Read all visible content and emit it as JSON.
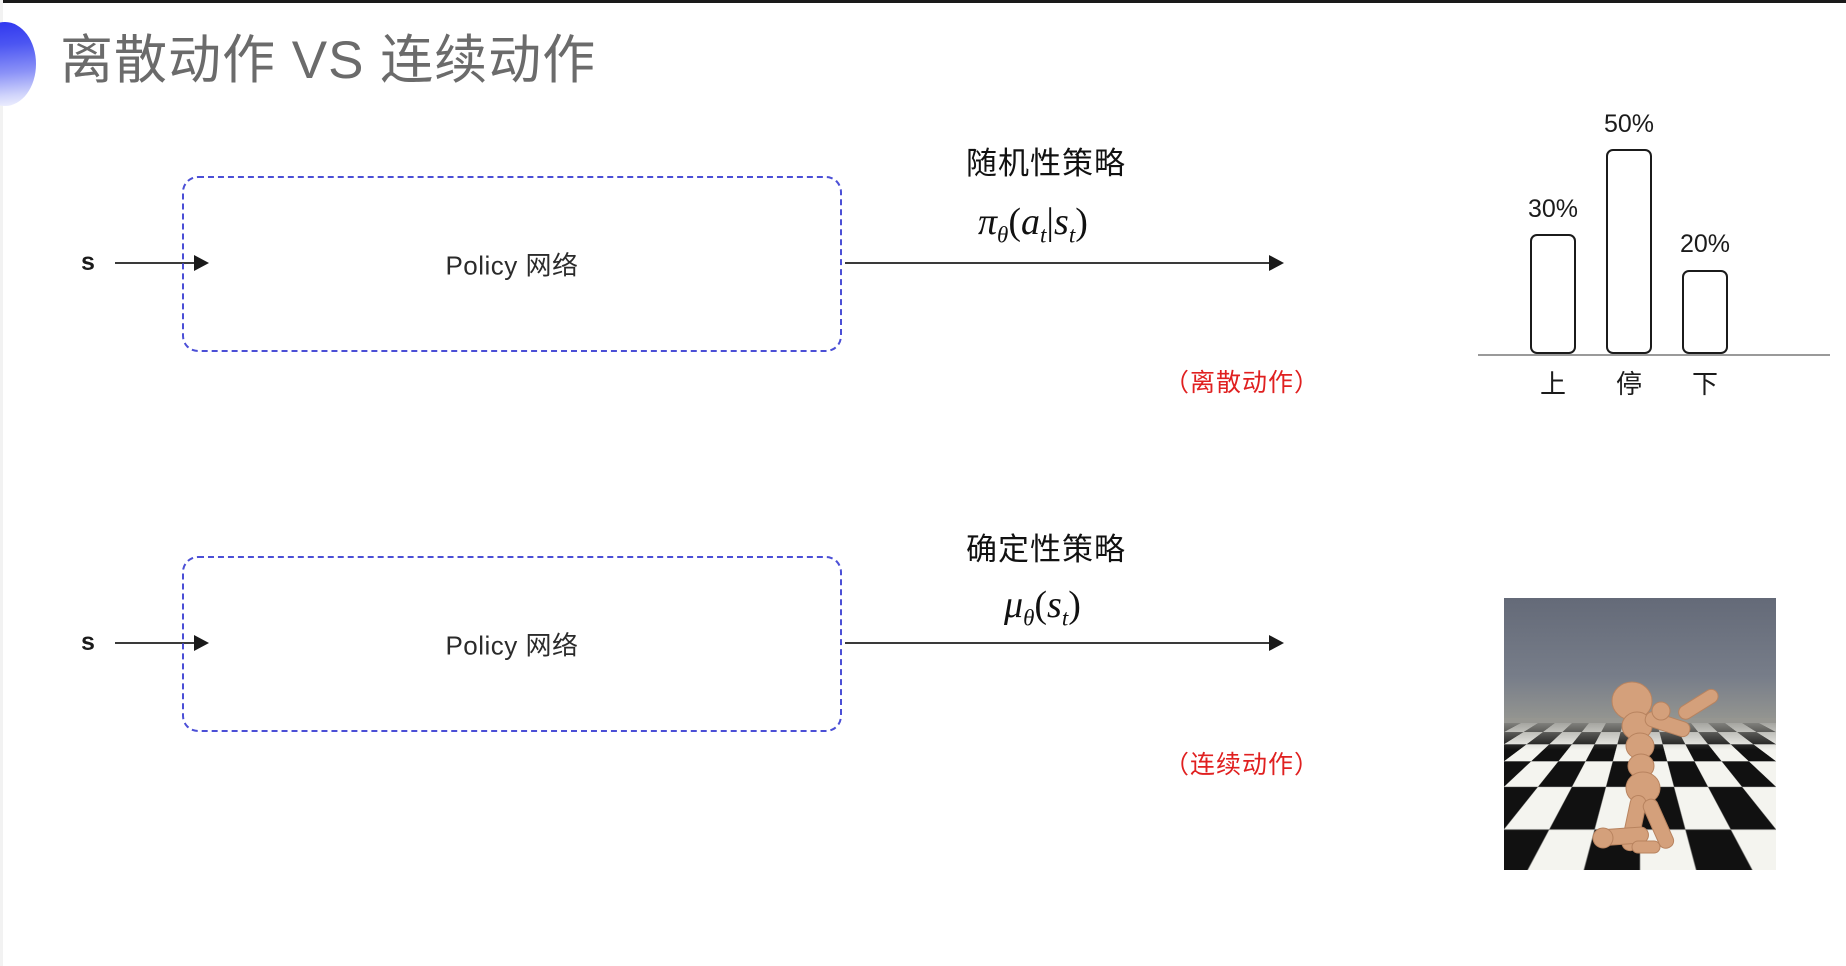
{
  "slide": {
    "title": "离散动作 VS 连续动作",
    "background_color": "#ffffff",
    "accent_color": "#4b4fd6",
    "note_color": "#e02020",
    "title_color": "#6b6b6b"
  },
  "rows": [
    {
      "id": "discrete",
      "input_label": "s",
      "box_label": "Policy 网络",
      "annotation_title": "随机性策略",
      "formula": {
        "head": "π",
        "head_sub": "θ",
        "body_open": "(",
        "arg1": "a",
        "arg1_sub": "t",
        "bar": "|",
        "arg2": "s",
        "arg2_sub": "t",
        "body_close": ")",
        "plain": "πθ(at|st)"
      },
      "note": "（离散动作）"
    },
    {
      "id": "continuous",
      "input_label": "s",
      "box_label": "Policy 网络",
      "annotation_title": "确定性策略",
      "formula": {
        "head": "μ",
        "head_sub": "θ",
        "body_open": "(",
        "arg1": "s",
        "arg1_sub": "t",
        "body_close": ")",
        "plain": "μθ(st)"
      },
      "note": "（连续动作）"
    }
  ],
  "chart_data": {
    "type": "bar",
    "title": "",
    "xlabel": "",
    "ylabel": "",
    "categories": [
      "上",
      "停",
      "下"
    ],
    "values": [
      30,
      50,
      20
    ],
    "value_labels": [
      "30%",
      "50%",
      "20%"
    ],
    "ylim": [
      0,
      60
    ],
    "grid": false,
    "legend": "none",
    "bar_fill": "#ffffff",
    "bar_stroke": "#1b1b1b",
    "axis_color": "#9a9a9a"
  },
  "sim_image": {
    "caption": "",
    "alt": "humanoid-robot-kneeling-on-checkerboard-floor",
    "sky_color": "#6d7380",
    "body_color": "#d9a079",
    "floor_light": "#f4f4ef",
    "floor_dark": "#111111"
  }
}
